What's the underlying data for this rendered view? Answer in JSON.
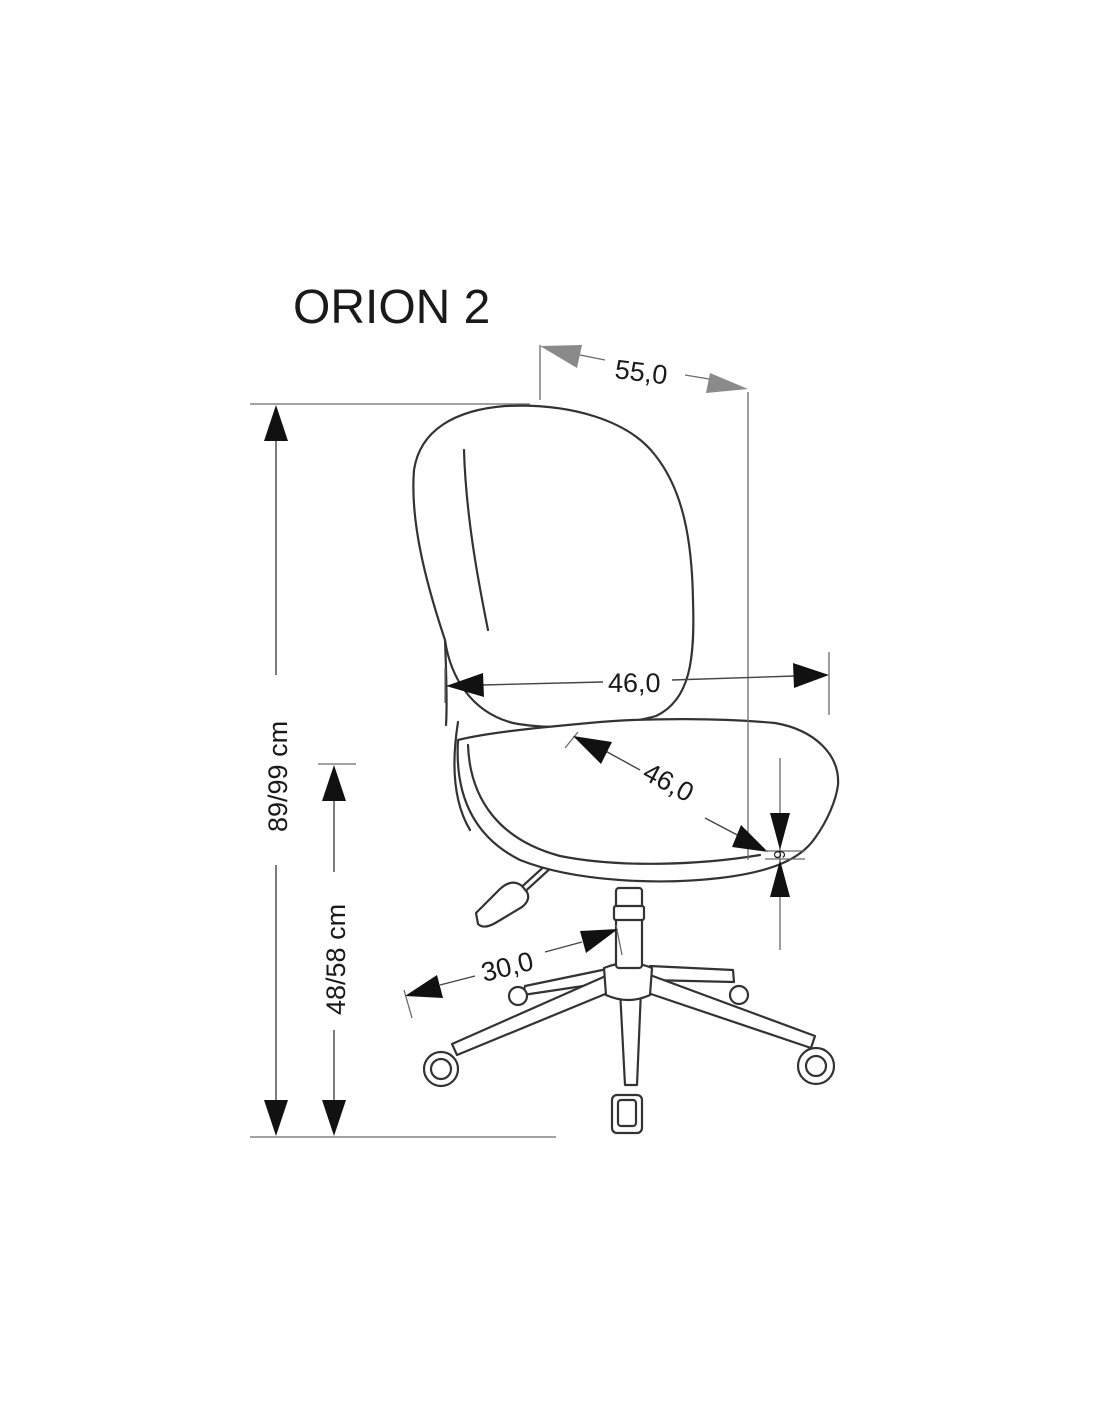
{
  "title": "ORION 2",
  "dimensions": {
    "total_width": "55,0",
    "seat_width": "46,0",
    "seat_depth": "46,0",
    "seat_thickness": "6",
    "base_radius": "30,0",
    "total_height": "89/99 cm",
    "seat_height": "48/58 cm"
  }
}
